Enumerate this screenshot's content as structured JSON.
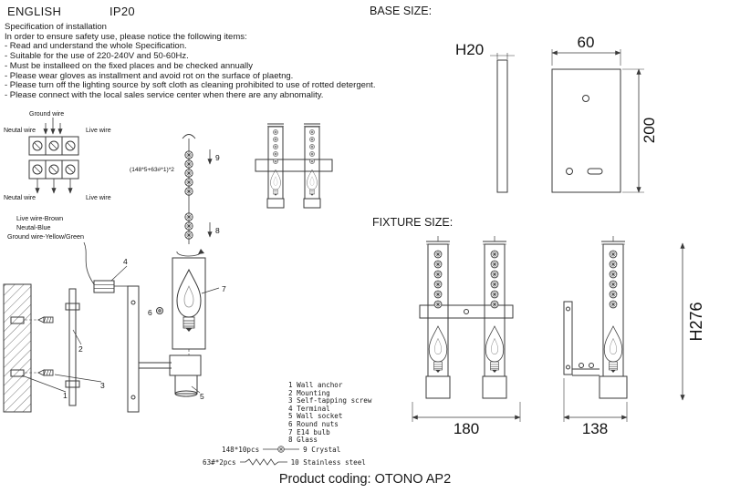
{
  "header": {
    "language": "ENGLISH",
    "ip_rating": "IP20",
    "base_size": "BASE SIZE:",
    "fixture_size": "FIXTURE SIZE:"
  },
  "specification": {
    "title": "Specification of installation",
    "intro": "In order to ensure safety use, please notice the following items:",
    "items": [
      "- Read and understand the whole Specification.",
      "- Suitable for the use of 220-240V and 50-60Hz.",
      "- Must be installeed on the fixed places and be checked annually",
      "- Please wear gloves as installment and avoid rot on the surface of plaetng.",
      "- Please turn off the lighting source by soft cloth as cleaning prohibited to use of rotted detergent.",
      "- Please connect with the local sales service center when there are any abnomality."
    ]
  },
  "wiring": {
    "ground_top": "Ground wire",
    "neutral_top": "Neutal wire",
    "live_top": "Live wire",
    "neutral_bottom": "Neutal wire",
    "live_bottom": "Live wire",
    "legend_live": "Live wire-Brown",
    "legend_neutral": "Neutal-Blue",
    "legend_ground": "Ground wire-Yellow/Green"
  },
  "assembly": {
    "formula": "(148*5+63#*1)*2",
    "c1": "1",
    "c2": "2",
    "c3": "3",
    "c4": "4",
    "c5": "5",
    "c6": "6",
    "c7": "7",
    "c8": "8",
    "c9": "9"
  },
  "base_drawing": {
    "side": "H20",
    "width": "60",
    "height": "200"
  },
  "fixture_drawing": {
    "width_front": "180",
    "width_side": "138",
    "height": "H276"
  },
  "parts": {
    "items": [
      "1 Wall anchor",
      "2 Mounting",
      "3 Self-tapping screw",
      "4 Terminal",
      "5 Wall socket",
      "6 Round nuts",
      "7 E14 bulb",
      "8 Glass"
    ],
    "crystal_qty": "148*10pcs",
    "crystal_label": "9 Crystal",
    "steel_qty": "63#*2pcs",
    "steel_label": "10 Stainless steel"
  },
  "footer": {
    "product_coding": "Product coding: OTONO AP2"
  }
}
